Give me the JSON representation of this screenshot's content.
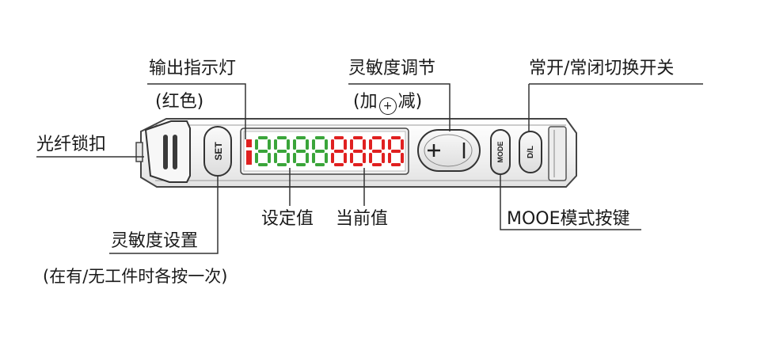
{
  "labels": {
    "indicator_title": "输出指示灯",
    "indicator_sub": "(红色)",
    "sensitivity_adjust_title": "灵敏度调节",
    "sensitivity_adjust_sub_pre": "(加",
    "sensitivity_adjust_sub_post": "减)",
    "switch_title": "常开/常闭切换开关",
    "fiber_lock": "光纤锁扣",
    "set_value": "设定值",
    "current_value": "当前值",
    "mode_button": "MOOE模式按键",
    "sensitivity_set_title": "灵敏度设置",
    "sensitivity_set_sub": "(在有/无工件时各按一次)"
  },
  "device": {
    "set_button_label": "SET",
    "mode_button_label": "MODE",
    "dl_button_label": "D/L",
    "plus_symbol": "+",
    "minus_symbol": "−",
    "set_display_digits": "8888",
    "current_display_digits": "8888"
  },
  "colors": {
    "set_display": "#3aa53a",
    "current_display": "#e02020",
    "indicator": "#e02020",
    "outline": "#333333"
  }
}
